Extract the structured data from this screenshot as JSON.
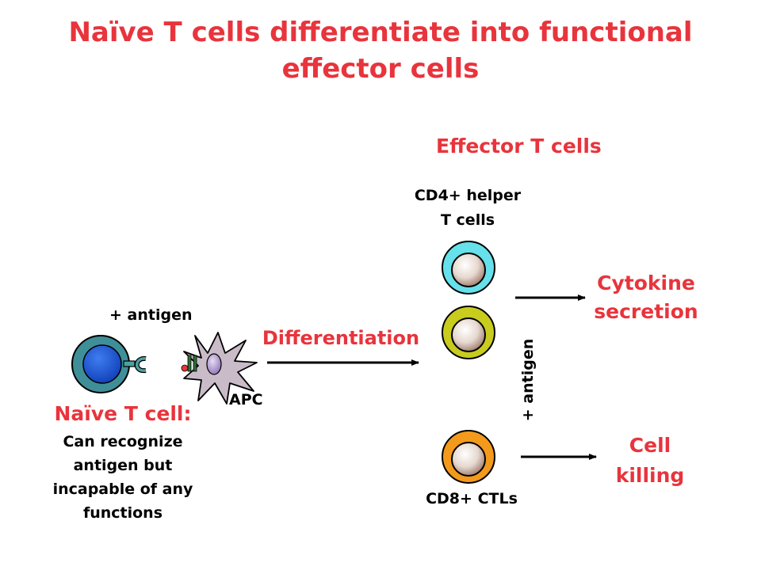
{
  "title": {
    "line1": "Naïve T cells differentiate into functional",
    "line2": "effector cells"
  },
  "labels": {
    "effector_heading": "Effector T cells",
    "cd4_line1": "CD4+ helper",
    "cd4_line2": "T cells",
    "cytokine_line1": "Cytokine",
    "cytokine_line2": "secretion",
    "plus_antigen_left": "+ antigen",
    "differentiation": "Differentiation",
    "plus_antigen_vertical": "+ antigen",
    "apc": "APC",
    "naive_heading": "Naïve T cell:",
    "naive_desc_1": "Can recognize",
    "naive_desc_2": "antigen but",
    "naive_desc_3": "incapable of any",
    "naive_desc_4": "functions",
    "cd8": "CD8+ CTLs",
    "killing_line1": "Cell",
    "killing_line2": "killing"
  },
  "colors": {
    "accent_red": "#e8343c",
    "naive_outer": "#3f8f98",
    "naive_inner": "#1f5bd6",
    "receptor": "#4aa3a0",
    "apc_body": "#c9bcc8",
    "apc_nucleus": "#a98fca",
    "cd4_cyan": "#66e0ea",
    "cd4_olive": "#c8cc1e",
    "cd8_orange": "#f39a1c",
    "nucleus": "#b08a78"
  }
}
